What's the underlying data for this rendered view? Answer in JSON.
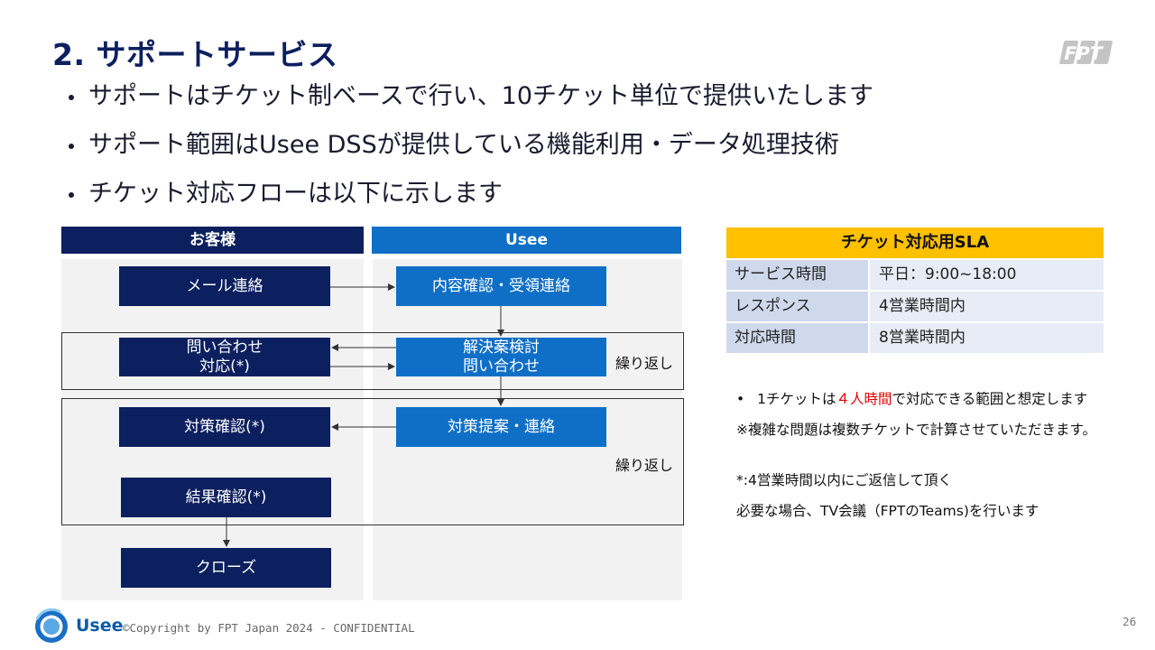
{
  "slide": {
    "title": "2. サポートサービス",
    "bullets": [
      "サポートはチケット制ベースで行い、10チケット単位で提供いたします",
      "サポート範囲はUsee DSSが提供している機能利用・データ処理技術",
      "チケット対応フローは以下に示します"
    ],
    "page_number": "26"
  },
  "logo": {
    "fpt": "FPT",
    "brand_name": "Usee"
  },
  "flow": {
    "customer_header": "お客様",
    "usee_header": "Usee",
    "customer_steps": {
      "mail": "メール連絡",
      "inquiry_line1": "問い合わせ",
      "inquiry_line2": "対応(*)",
      "measure_confirm": "対策確認(*)",
      "result_confirm": "結果確認(*)",
      "close": "クローズ"
    },
    "usee_steps": {
      "content_confirm": "内容確認・受領連絡",
      "solution_line1": "解決案検討",
      "solution_line2": "問い合わせ",
      "measure_proposal": "対策提案・連絡"
    },
    "repeat_label_1": "繰り返し",
    "repeat_label_2": "繰り返し"
  },
  "sla": {
    "title": "チケット対応用SLA",
    "rows": [
      {
        "label": "サービス時間",
        "value": "平日：9:00~18:00"
      },
      {
        "label": "レスポンス",
        "value": "4営業時間内"
      },
      {
        "label": "対応時間",
        "value": "8営業時間内"
      }
    ]
  },
  "notes": {
    "ticket_pre": "1チケットは",
    "ticket_highlight": "４人時間",
    "ticket_post": "で対応できる範囲と想定します",
    "complex": "※複雑な問題は複数チケットで計算させていただきます。",
    "reply": "*:4営業時間以内にご返信して頂く",
    "meeting": "必要な場合、TV会議（FPTのTeams)を行います"
  },
  "footer": {
    "copyright": "©Copyright  by FPT Japan 2024 - CONFIDENTIAL"
  },
  "colors": {
    "navy": "#0c1f5e",
    "blue": "#0f6fc6",
    "sla_yellow": "#ffc000",
    "highlight_red": "#e00000"
  }
}
